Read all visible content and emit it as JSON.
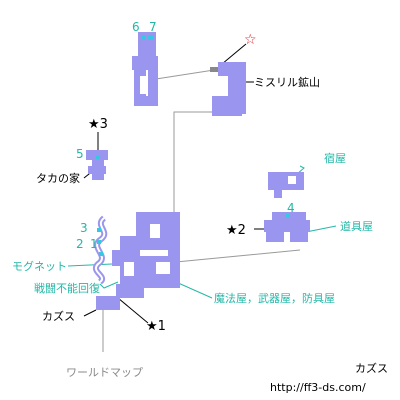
{
  "labels": {
    "mythril_mine": "ミスリル鉱山",
    "taka_house": "タカの家",
    "inn": "宿屋",
    "item_shop": "道具屋",
    "moogle_net": "モグネット",
    "ko_recovery": "戦闘不能回復",
    "shops": "魔法屋，武器屋，防具屋",
    "kazus_entrance": "カズス",
    "world_map": "ワールドマップ",
    "town_name": "カズス",
    "url": "http://ff3-ds.com/"
  },
  "markers": {
    "num_6": "6",
    "num_7": "7",
    "num_5": "5",
    "num_4": "4",
    "num_3": "3",
    "num_2": "2",
    "num_1": "1",
    "star_1": "★1",
    "star_2": "★2",
    "star_3": "★3",
    "star_open": "☆"
  },
  "colors": {
    "room": "#9a96f0",
    "teal_label": "#22b8a8",
    "star_open": "#e0202a"
  }
}
